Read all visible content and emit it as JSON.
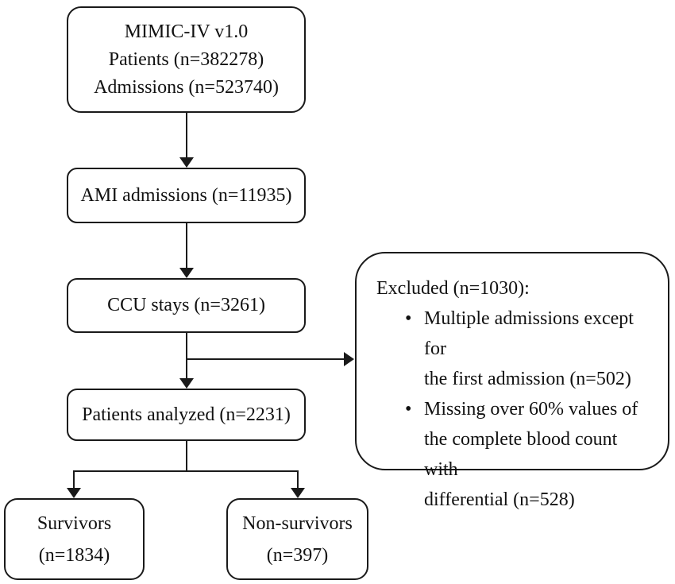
{
  "colors": {
    "border": "#1a1a1a",
    "background": "#ffffff",
    "text": "#111111"
  },
  "ui": {
    "bullet_glyph": "•"
  },
  "boxes": {
    "source": {
      "lines": [
        "MIMIC-IV v1.0",
        "Patients (n=382278)",
        "Admissions (n=523740)"
      ]
    },
    "ami": {
      "label": "AMI admissions (n=11935)"
    },
    "ccu": {
      "label": "CCU stays (n=3261)"
    },
    "excluded": {
      "title": "Excluded (n=1030):",
      "bullets": [
        {
          "lines": [
            "Multiple admissions except for",
            "the first admission (n=502)"
          ]
        },
        {
          "lines": [
            "Missing over 60% values of",
            "the complete blood count with",
            "differential (n=528)"
          ]
        }
      ]
    },
    "analyzed": {
      "label": "Patients analyzed (n=2231)"
    },
    "survivors": {
      "lines": [
        "Survivors",
        "(n=1834)"
      ]
    },
    "nonsurvivors": {
      "lines": [
        "Non-survivors",
        "(n=397)"
      ]
    }
  }
}
